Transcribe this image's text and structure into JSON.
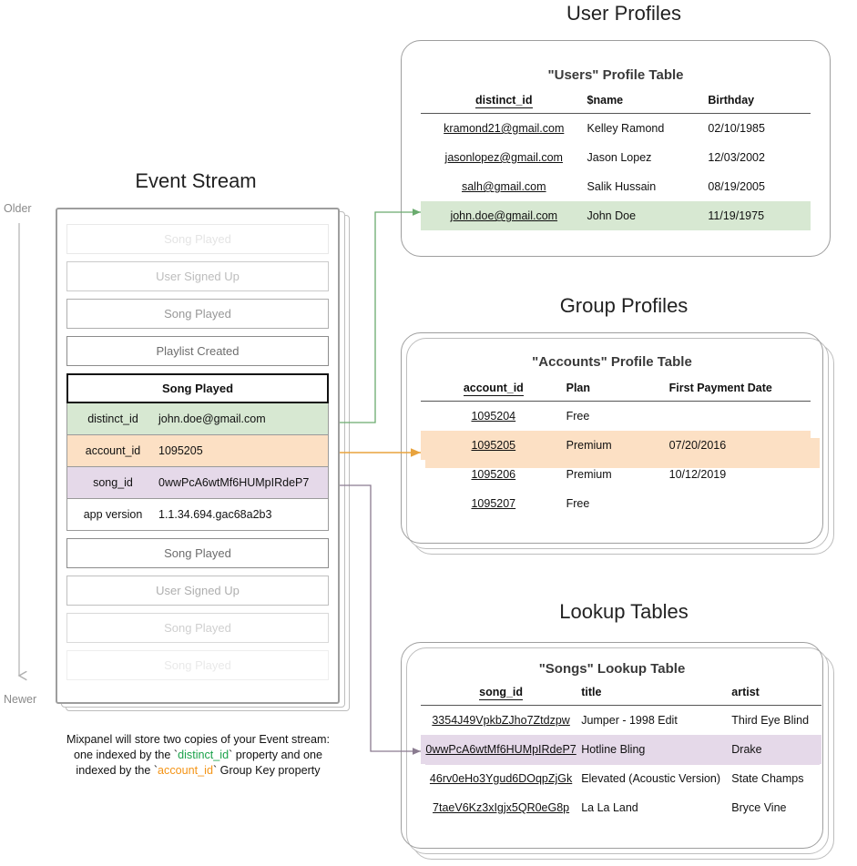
{
  "sections": {
    "user_profiles_title": "User Profiles",
    "group_profiles_title": "Group Profiles",
    "lookup_tables_title": "Lookup Tables",
    "event_stream_title": "Event Stream"
  },
  "timeline": {
    "older": "Older",
    "newer": "Newer"
  },
  "caption": {
    "line1": "Mixpanel will store two copies of your Event stream:",
    "line2_a": "one indexed by the `",
    "line2_key": "distinct_id",
    "line2_b": "` property and one",
    "line3_a": "indexed by the `",
    "line3_key": "account_id",
    "line3_b": "` Group Key property"
  },
  "event_stream": {
    "events": [
      {
        "label": "Song Played",
        "opacity": 0.18,
        "selected": false
      },
      {
        "label": "User Signed Up",
        "opacity": 0.45,
        "selected": false
      },
      {
        "label": "Song Played",
        "opacity": 0.7,
        "selected": false
      },
      {
        "label": "Playlist Created",
        "opacity": 1.0,
        "selected": false
      }
    ],
    "selected_event": {
      "label": "Song Played"
    },
    "properties": [
      {
        "key": "distinct_id",
        "value": "john.doe@gmail.com",
        "highlight": "green"
      },
      {
        "key": "account_id",
        "value": "1095205",
        "highlight": "orange"
      },
      {
        "key": "song_id",
        "value": "0wwPcA6wtMf6HUMpIRdeP7",
        "highlight": "purple"
      },
      {
        "key": "app version",
        "value": "1.1.34.694.gac68a2b3",
        "highlight": "none"
      }
    ],
    "events_after": [
      {
        "label": "Song Played",
        "opacity": 1.0
      },
      {
        "label": "User Signed Up",
        "opacity": 0.55
      },
      {
        "label": "Song Played",
        "opacity": 0.32
      },
      {
        "label": "Song Played",
        "opacity": 0.14
      }
    ]
  },
  "users_table": {
    "title": "\"Users\" Profile Table",
    "columns": [
      "distinct_id",
      "$name",
      "Birthday"
    ],
    "rows": [
      {
        "cells": [
          "kramond21@gmail.com",
          "Kelley Ramond",
          "02/10/1985"
        ],
        "highlight": "none"
      },
      {
        "cells": [
          "jasonlopez@gmail.com",
          "Jason Lopez",
          "12/03/2002"
        ],
        "highlight": "none"
      },
      {
        "cells": [
          "salh@gmail.com",
          "Salik Hussain",
          "08/19/2005"
        ],
        "highlight": "none"
      },
      {
        "cells": [
          "john.doe@gmail.com",
          "John Doe",
          "11/19/1975"
        ],
        "highlight": "green"
      }
    ]
  },
  "accounts_table": {
    "title": "\"Accounts\" Profile Table",
    "columns": [
      "account_id",
      "Plan",
      "First Payment Date"
    ],
    "rows": [
      {
        "cells": [
          "1095204",
          "Free",
          ""
        ],
        "highlight": "none"
      },
      {
        "cells": [
          "1095205",
          "Premium",
          "07/20/2016"
        ],
        "highlight": "orange"
      },
      {
        "cells": [
          "1095206",
          "Premium",
          "10/12/2019"
        ],
        "highlight": "none"
      },
      {
        "cells": [
          "1095207",
          "Free",
          ""
        ],
        "highlight": "none"
      }
    ]
  },
  "songs_table": {
    "title": "\"Songs\" Lookup Table",
    "columns": [
      "song_id",
      "title",
      "artist"
    ],
    "rows": [
      {
        "cells": [
          "3354J49VpkbZJho7Ztdzpw",
          "Jumper - 1998 Edit",
          "Third Eye Blind"
        ],
        "highlight": "none"
      },
      {
        "cells": [
          "0wwPcA6wtMf6HUMpIRdeP7",
          "Hotline Bling",
          "Drake"
        ],
        "highlight": "purple"
      },
      {
        "cells": [
          "46rv0eHo3Ygud6DOqpZjGk",
          "Elevated (Acoustic Version)",
          "State Champs"
        ],
        "highlight": "none"
      },
      {
        "cells": [
          "7taeV6Kz3xIgjx5QR0eG8p",
          "La La Land",
          "Bryce Vine"
        ],
        "highlight": "none"
      }
    ]
  },
  "colors": {
    "green_fill": "#d7e8d2",
    "orange_fill": "#fce0c4",
    "purple_fill": "#e5d9e9",
    "green_line": "#6aab6e",
    "orange_line": "#e8a33d",
    "purple_line": "#8a7b90",
    "card_border": "#9e9e9e",
    "timeline": "#b0b0b0"
  }
}
